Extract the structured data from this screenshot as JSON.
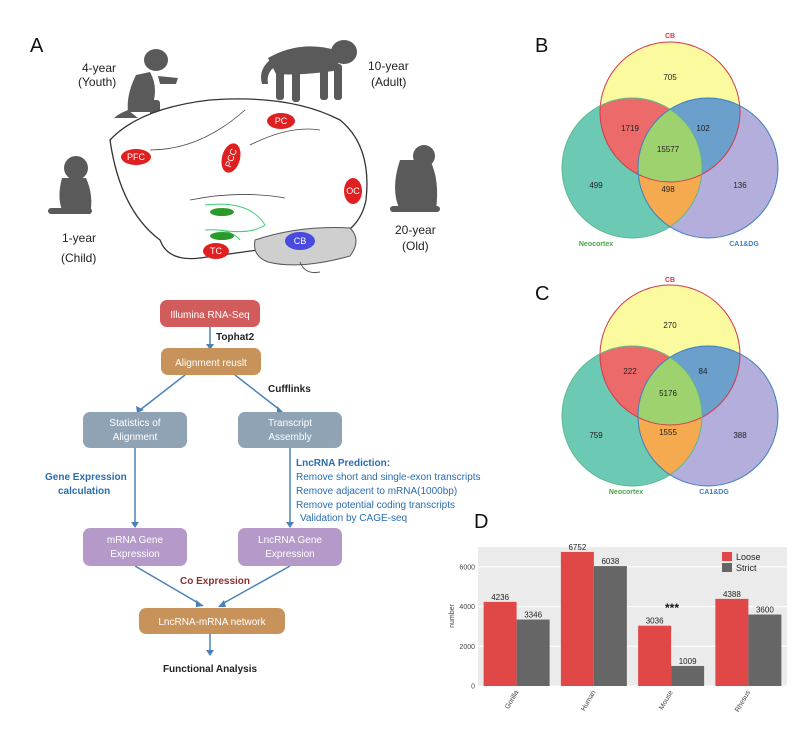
{
  "panels": {
    "a": "A",
    "b": "B",
    "c": "C",
    "d": "D"
  },
  "monkeys": {
    "youth": {
      "line1": "4-year",
      "line2": "(Youth)"
    },
    "adult": {
      "line1": "10-year",
      "line2": "(Adult)"
    },
    "child": {
      "line1": "1-year",
      "line2": "(Child)"
    },
    "old": {
      "line1": "20-year",
      "line2": "(Old)"
    }
  },
  "regions": {
    "pfc": "PFC",
    "pcc": "PCC",
    "pc": "PC",
    "oc": "OC",
    "tc": "TC",
    "cb": "CB"
  },
  "colors": {
    "region_red": "#e02020",
    "region_blue": "#4a4ae0",
    "monkey": "#5a5a5a",
    "hippocampus": "#2a9a2a"
  },
  "flow": {
    "rnaseq": "Illumina RNA-Seq",
    "tophat": "Tophat2",
    "alignment": "Alignment reuslt",
    "cufflinks": "Cufflinks",
    "stats": {
      "line1": "Statistics of",
      "line2": "Alignment"
    },
    "assembly": {
      "line1": "Transcript",
      "line2": "Assembly"
    },
    "gene_expr": {
      "line1": "Gene Expression",
      "line2": "calculation"
    },
    "lnc_pred": {
      "title": "LncRNA Prediction:",
      "items": [
        "Remove short and single-exon transcripts",
        "Remove adjacent to mRNA(1000bp)",
        "Remove potential coding transcripts"
      ],
      "validation": "Validation by CAGE-seq"
    },
    "mrna_expr": {
      "line1": "mRNA Gene",
      "line2": "Expression"
    },
    "lnc_expr": {
      "line1": "LncRNA Gene",
      "line2": "Expression"
    },
    "coexpr": "Co Expression",
    "network": "LncRNA-mRNA network",
    "functional": "Functional Analysis"
  },
  "venn_b": {
    "cb": "CB",
    "neo": "Neocortex",
    "ca": "CA1&DG",
    "cb_only": "705",
    "cb_neo": "1719",
    "cb_ca": "102",
    "all": "15577",
    "neo_only": "499",
    "neo_ca": "498",
    "ca_only": "136"
  },
  "venn_c": {
    "cb": "CB",
    "neo": "Neocortex",
    "ca": "CA1&DG",
    "cb_only": "270",
    "cb_neo": "222",
    "cb_ca": "84",
    "all": "5176",
    "neo_only": "759",
    "neo_ca": "1555",
    "ca_only": "388"
  },
  "chart_data": {
    "type": "bar",
    "categories": [
      "Gorilla",
      "Human",
      "Mouse",
      "Rhesus"
    ],
    "series": [
      {
        "name": "Loose",
        "values": [
          4236,
          6752,
          3036,
          4388
        ],
        "color": "#e04848"
      },
      {
        "name": "Strict",
        "values": [
          3346,
          6038,
          1009,
          3600
        ],
        "color": "#666666"
      }
    ],
    "ylabel": "number",
    "ylim": [
      0,
      7000
    ],
    "yticks": [
      "0",
      "2000",
      "4000",
      "6000"
    ],
    "annotation": "***",
    "legend_position": "top-right",
    "grid": true
  }
}
